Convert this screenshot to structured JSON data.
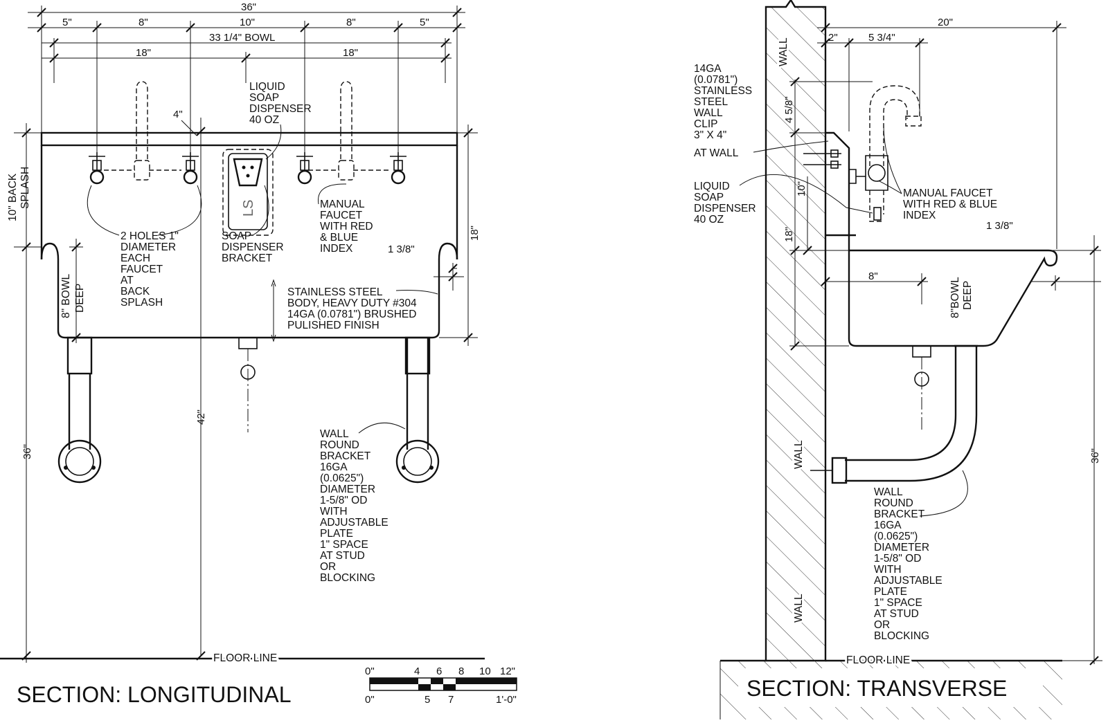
{
  "longitudinal": {
    "title": "SECTION: LONGITUDINAL",
    "dims": {
      "overall": "36\"",
      "seg_a": "5\"",
      "seg_b": "8\"",
      "seg_c": "10\"",
      "seg_d": "8\"",
      "seg_e": "5\"",
      "bowl": "33 1/4\" BOWL",
      "half_left": "18\"",
      "half_right": "18\"",
      "backsplash_offset": "4\"",
      "right_height": "18\"",
      "rim": "1 3/8\"",
      "leg_height": "36\"",
      "floor_to_rim": "42\""
    },
    "labels": {
      "back_splash": [
        "10\" BACK",
        "SPLASH"
      ],
      "bowl_deep": [
        "8\" BOWL",
        "DEEP"
      ],
      "soap_dispenser": [
        "LIQUID",
        "SOAP",
        "DISPENSER",
        "40 OZ"
      ],
      "holes": [
        "2 HOLES 1\"",
        "DIAMETER",
        "EACH",
        "FAUCET",
        "AT",
        "BACK",
        "SPLASH"
      ],
      "soap_bracket": [
        "SOAP",
        "DISPENSER",
        "BRACKET"
      ],
      "faucet": [
        "MANUAL",
        "FAUCET",
        "WITH RED",
        "& BLUE",
        "INDEX"
      ],
      "body": [
        "STAINLESS STEEL",
        "BODY, HEAVY DUTY #304",
        "14GA (0.0781\") BRUSHED",
        "PULISHED FINISH"
      ],
      "bracket": [
        "WALL",
        "ROUND",
        "BRACKET",
        "16GA",
        "(0.0625\")",
        "DIAMETER",
        "1-5/8\" OD",
        "WITH",
        "ADJUSTABLE",
        "PLATE",
        "1\" SPACE",
        "AT STUD",
        "OR",
        "BLOCKING"
      ],
      "floor_line": "FLOOR LINE",
      "soap_mark": "LS"
    },
    "scale": {
      "top": [
        "0\"",
        "4",
        "6",
        "8",
        "10",
        "12\""
      ],
      "bottom": [
        "0\"",
        "5",
        "7",
        "1'-0\""
      ]
    }
  },
  "transverse": {
    "title": "SECTION: TRANSVERSE",
    "dims": {
      "depth": "20\"",
      "wall_gap": "2\"",
      "faucet_reach": "5 3/4\"",
      "clip_height": "4 5/8\"",
      "backsplash": "10\"",
      "height": "18\"",
      "rim": "1 3/8\"",
      "drain": "8\"",
      "leg_height": "36\""
    },
    "labels": {
      "wall": "WALL",
      "wall_clip": [
        "14GA",
        "(0.0781\")",
        "STAINLESS",
        "STEEL",
        "WALL",
        "CLIP",
        "3\" X 4\"",
        "AT WALL"
      ],
      "soap": [
        "LIQUID",
        "SOAP",
        "DISPENSER",
        "40 OZ"
      ],
      "faucet": [
        "MANUAL FAUCET",
        "WITH RED & BLUE",
        "INDEX"
      ],
      "bowl_deep": [
        "8\"BOWL",
        "DEEP"
      ],
      "bracket": [
        "WALL",
        "ROUND",
        "BRACKET",
        "16GA",
        "(0.0625\")",
        "DIAMETER",
        "1-5/8\" OD",
        "WITH",
        "ADJUSTABLE",
        "PLATE",
        "1\" SPACE",
        "AT STUD",
        "OR",
        "BLOCKING"
      ],
      "floor_line": "FLOOR LINE"
    }
  }
}
